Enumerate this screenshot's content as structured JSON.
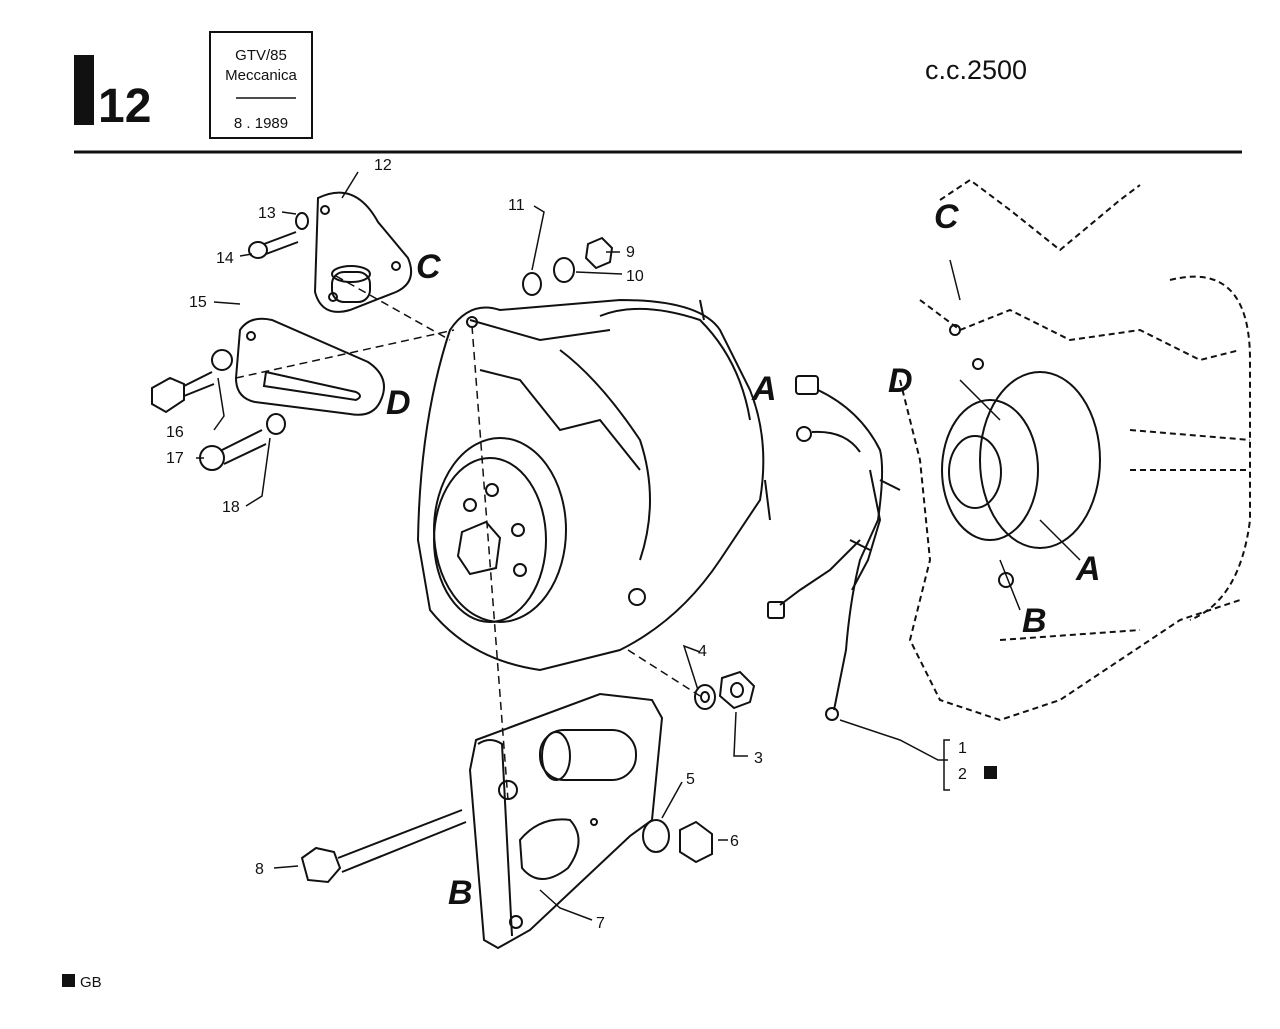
{
  "header": {
    "group_letter": "I",
    "group_number": "12",
    "model": "GTV/85",
    "section": "Meccanica",
    "date": "8 . 1989",
    "engine": "c.c.2500"
  },
  "footer": {
    "language": "GB"
  },
  "callouts": [
    {
      "id": "1",
      "label": "1"
    },
    {
      "id": "2",
      "label": "2"
    },
    {
      "id": "3",
      "label": "3"
    },
    {
      "id": "4",
      "label": "4"
    },
    {
      "id": "5",
      "label": "5"
    },
    {
      "id": "6",
      "label": "6"
    },
    {
      "id": "7",
      "label": "7"
    },
    {
      "id": "8",
      "label": "8"
    },
    {
      "id": "9",
      "label": "9"
    },
    {
      "id": "10",
      "label": "10"
    },
    {
      "id": "11",
      "label": "11"
    },
    {
      "id": "12",
      "label": "12"
    },
    {
      "id": "13",
      "label": "13"
    },
    {
      "id": "14",
      "label": "14"
    },
    {
      "id": "15",
      "label": "15"
    },
    {
      "id": "16",
      "label": "16"
    },
    {
      "id": "17",
      "label": "17"
    },
    {
      "id": "18",
      "label": "18"
    }
  ],
  "reference_letters": {
    "a": "A",
    "b": "B",
    "c": "C",
    "d": "D"
  }
}
